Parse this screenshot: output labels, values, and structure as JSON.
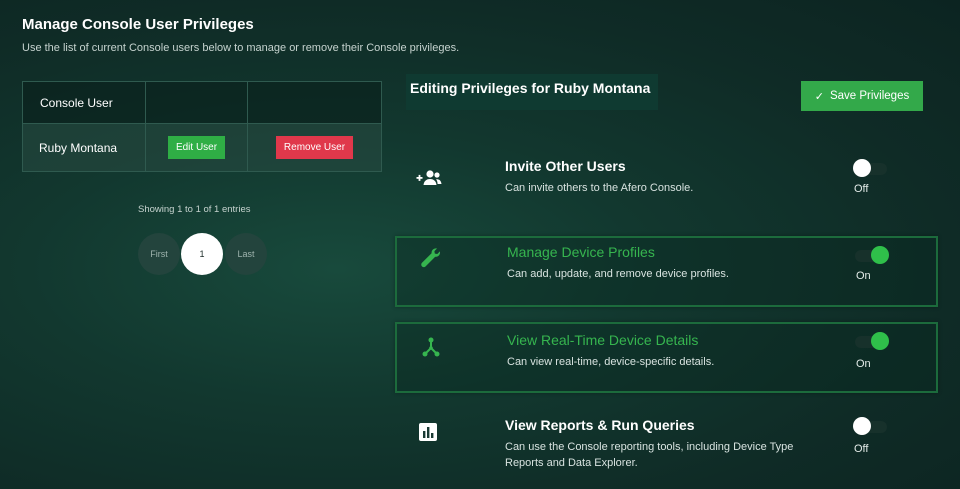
{
  "header": {
    "title": "Manage Console User Privileges",
    "subtitle": "Use the list of current Console users below to manage or remove their Console privileges."
  },
  "user_table": {
    "column_header": "Console User",
    "rows": [
      {
        "name": "Ruby Montana",
        "edit_label": "Edit User",
        "remove_label": "Remove User"
      }
    ]
  },
  "pagination": {
    "info": "Showing 1 to 1 of 1 entries",
    "first_label": "First",
    "current_page": "1",
    "last_label": "Last"
  },
  "editor": {
    "heading": "Editing Privileges for Ruby Montana",
    "save_label": "Save Privileges",
    "save_icon": "check-icon",
    "privileges": [
      {
        "icon": "invite-users-icon",
        "title": "Invite Other Users",
        "description": "Can invite others to the Afero Console.",
        "state": "Off",
        "enabled": false
      },
      {
        "icon": "wrench-icon",
        "title": "Manage Device Profiles",
        "description": "Can add, update, and remove device profiles.",
        "state": "On",
        "enabled": true
      },
      {
        "icon": "hub-icon",
        "title": "View Real-Time Device Details",
        "description": "Can view real-time, device-specific details.",
        "state": "On",
        "enabled": true
      },
      {
        "icon": "report-chart-icon",
        "title": "View Reports & Run Queries",
        "description": "Can use the Console reporting tools, including Device Type Reports and Data Explorer.",
        "state": "Off",
        "enabled": false
      }
    ]
  },
  "colors": {
    "accent_green": "#33a94a",
    "danger_red": "#e0384b",
    "background": "#12382f"
  }
}
